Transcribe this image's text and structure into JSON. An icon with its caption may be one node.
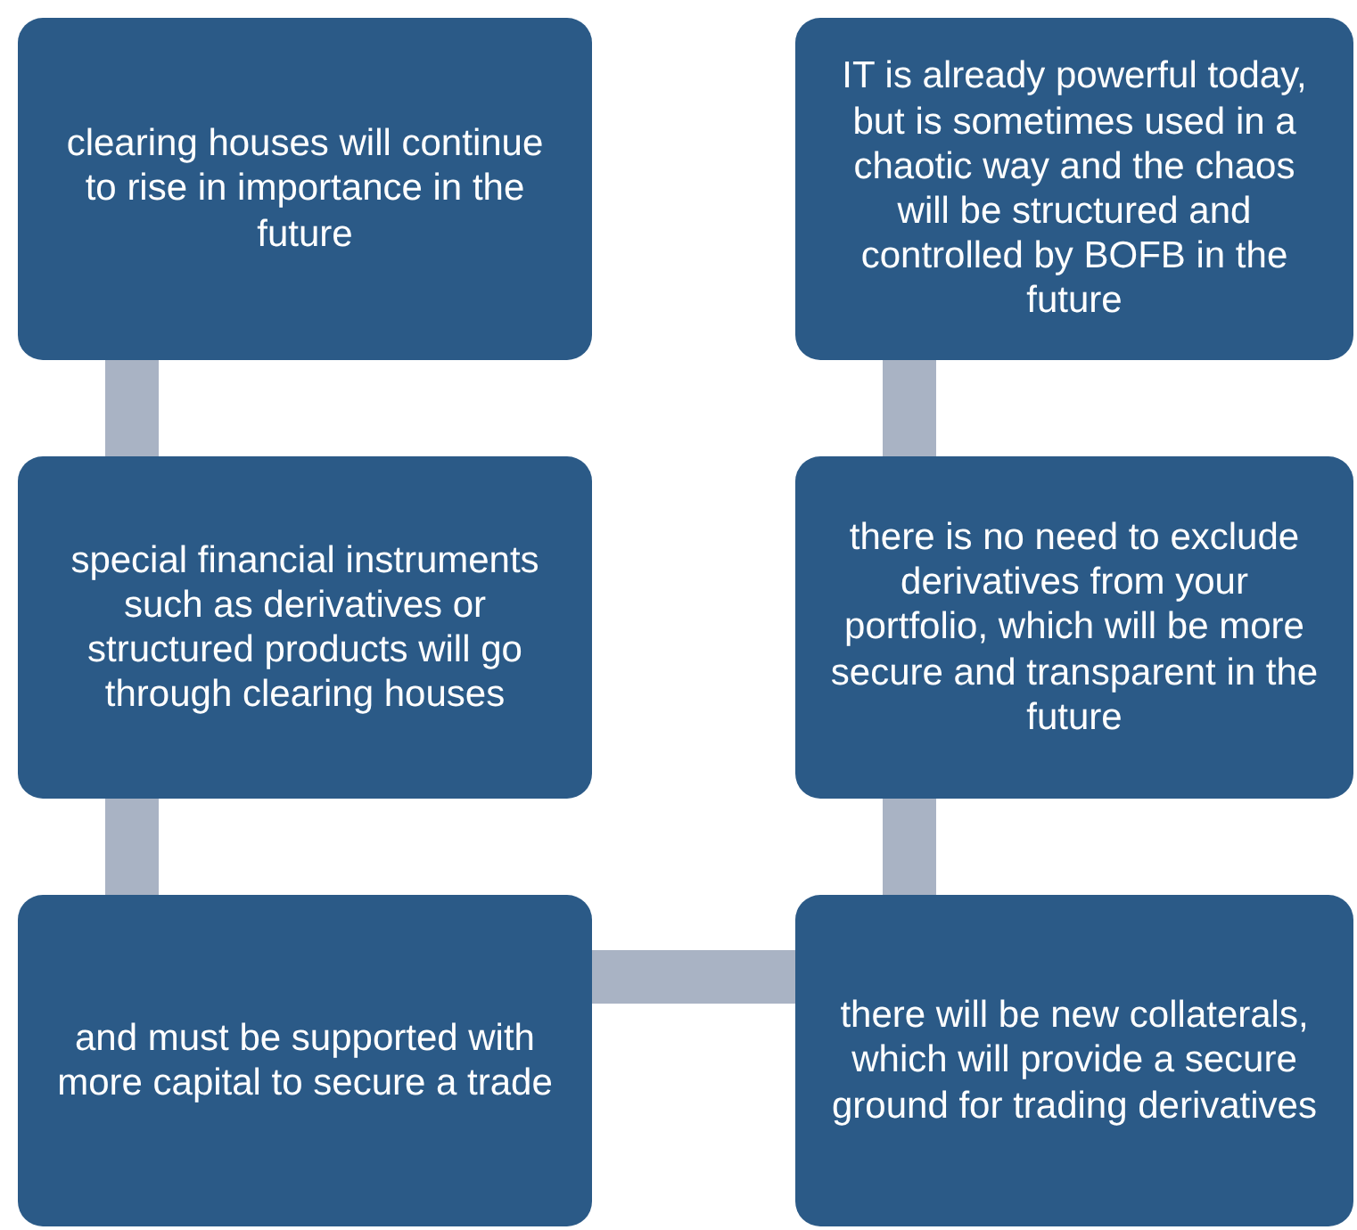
{
  "diagram": {
    "nodes": [
      {
        "text": [
          "clearing houses will continue to rise in importance in the future"
        ]
      },
      {
        "text": [
          "IT is already powerful today, but is sometimes used in a chaotic way and the chaos will be structured and controlled by BOFB in the future"
        ]
      },
      {
        "text": [
          "special financial instruments such as derivatives or structured products will go through clearing houses"
        ]
      },
      {
        "text": [
          "there is no need to exclude derivatives from your portfolio, which will be more secure and transparent in the future"
        ]
      },
      {
        "text": [
          "and must be supported with more capital to secure a trade"
        ]
      },
      {
        "text": [
          "there will be new collaterals, which will provide a secure ground for trading derivatives"
        ]
      }
    ],
    "edges": [
      {
        "from": 0,
        "to": 2,
        "arrow": "none"
      },
      {
        "from": 2,
        "to": 4,
        "arrow": "none"
      },
      {
        "from": 4,
        "to": 5,
        "arrow": "none"
      },
      {
        "from": 5,
        "to": 3,
        "arrow": "none"
      },
      {
        "from": 3,
        "to": 1,
        "arrow": "none"
      }
    ]
  }
}
